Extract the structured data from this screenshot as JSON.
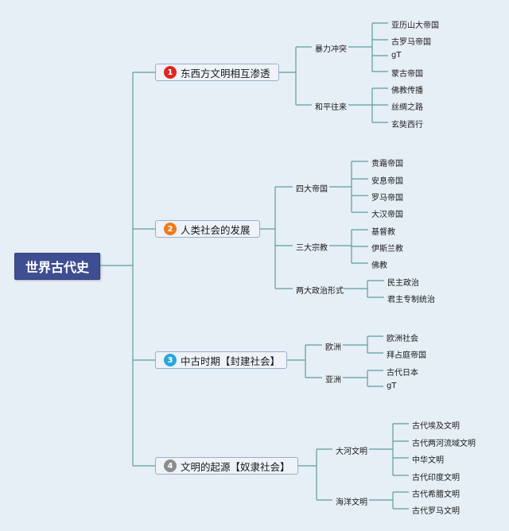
{
  "root": "世界古代史",
  "branches": [
    {
      "num": "1",
      "color": "#e0261f",
      "label": "东西方文明相互渗透",
      "children": [
        {
          "label": "暴力冲突",
          "leaves": [
            "亚历山大帝国",
            "古罗马帝国",
            "gT",
            "蒙古帝国"
          ]
        },
        {
          "label": "和平往来",
          "leaves": [
            "佛教传播",
            "丝绸之路",
            "玄奘西行"
          ]
        }
      ]
    },
    {
      "num": "2",
      "color": "#f07a1a",
      "label": "人类社会的发展",
      "children": [
        {
          "label": "四大帝国",
          "leaves": [
            "贵霜帝国",
            "安息帝国",
            "罗马帝国",
            "大汉帝国"
          ]
        },
        {
          "label": "三大宗教",
          "leaves": [
            "基督教",
            "伊斯兰教",
            "佛教"
          ]
        },
        {
          "label": "两大政治形式",
          "leaves": [
            "民主政治",
            "君主专制统治"
          ]
        }
      ]
    },
    {
      "num": "3",
      "color": "#28a6e0",
      "label": "中古时期【封建社会】",
      "children": [
        {
          "label": "欧洲",
          "leaves": [
            "欧洲社会",
            "拜占庭帝国"
          ]
        },
        {
          "label": "亚洲",
          "leaves": [
            "古代日本",
            "gT"
          ]
        }
      ]
    },
    {
      "num": "4",
      "color": "#8c8c8c",
      "label": "文明的起源【奴隶社会】",
      "children": [
        {
          "label": "大河文明",
          "leaves": [
            "古代埃及文明",
            "古代两河流域文明",
            "中华文明",
            "古代印度文明"
          ]
        },
        {
          "label": "海洋文明",
          "leaves": [
            "古代希腊文明",
            "古代罗马文明"
          ]
        }
      ]
    }
  ]
}
